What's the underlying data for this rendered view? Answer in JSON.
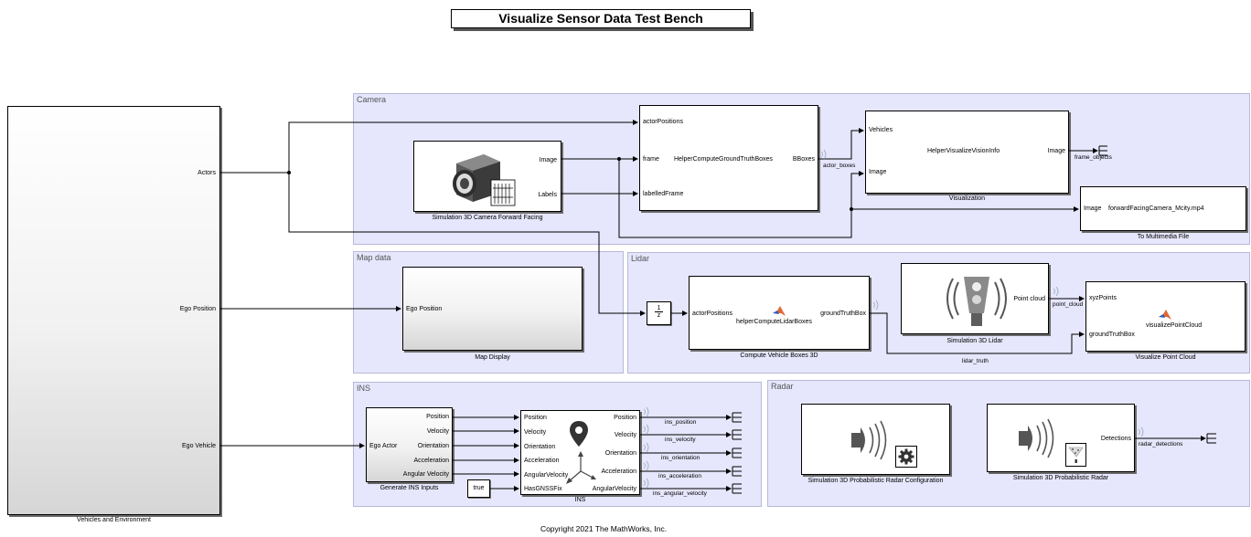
{
  "title": "Visualize Sensor Data Test Bench",
  "copyright": "Copyright 2021 The MathWorks, Inc.",
  "areas": {
    "camera": "Camera",
    "map": "Map data",
    "lidar": "Lidar",
    "ins": "INS",
    "radar": "Radar"
  },
  "vehicles": {
    "caption": "Vehicles and Environment",
    "ports": [
      "Actors",
      "Ego Position",
      "Ego Vehicle"
    ]
  },
  "camera_block": {
    "caption": "Simulation 3D Camera Forward Facing",
    "ports": [
      "Image",
      "Labels"
    ]
  },
  "gt_boxes": {
    "name": "HelperComputeGroundTruthBoxes",
    "in_ports": [
      "actorPositions",
      "frame",
      "labelledFrame"
    ],
    "out_port": "BBoxes"
  },
  "vision": {
    "name": "HelperVisualizeVisionInfo",
    "caption": "Visualization",
    "in_ports": [
      "Vehicles",
      "Image"
    ],
    "out_port": "Image"
  },
  "multimedia": {
    "port": "Image",
    "file": "forwardFacingCamera_Mcity.mp4",
    "caption": "To Multimedia File"
  },
  "map_display": {
    "caption": "Map Display",
    "port": "Ego Position"
  },
  "delay": {
    "num": "1",
    "den": "z"
  },
  "lidar_boxes": {
    "name": "helperComputeLidarBoxes",
    "caption": "Compute Vehicle Boxes 3D",
    "in_port": "actorPositions",
    "out_port": "groundTruthBox"
  },
  "lidar_sensor": {
    "caption": "Simulation 3D Lidar",
    "port": "Point cloud"
  },
  "pointcloud": {
    "name": "visualizePointCloud",
    "caption": "Visualize Point Cloud",
    "in_ports": [
      "xyzPoints",
      "groundTruthBox"
    ]
  },
  "gen_ins": {
    "caption": "Generate INS Inputs",
    "in_port": "Ego Actor",
    "out_ports": [
      "Position",
      "Velocity",
      "Orientation",
      "Acceleration",
      "Angular Velocity"
    ]
  },
  "ins_block": {
    "caption": "INS",
    "in_ports": [
      "Position",
      "Velocity",
      "Orientation",
      "Acceleration",
      "AngularVelocity",
      "HasGNSSFix"
    ],
    "out_ports": [
      "Position",
      "Velocity",
      "Orientation",
      "Acceleration",
      "AngularVelocity"
    ]
  },
  "const_true": "true",
  "radar_config": {
    "caption": "Simulation 3D Probabilistic Radar Configuration"
  },
  "radar": {
    "caption": "Simulation 3D Probabilistic Radar",
    "port": "Detections"
  },
  "signals": {
    "actor_boxes": "actor_boxes",
    "frame_objects": "frame_objects",
    "point_cloud": "point_cloud",
    "lidar_truth": "lidar_truth",
    "ins_position": "ins_position",
    "ins_velocity": "ins_velocity",
    "ins_orientation": "ins_orientation",
    "ins_acceleration": "ins_acceleration",
    "ins_angular_velocity": "ins_angular_velocity",
    "radar_detections": "radar_detections"
  },
  "colors": {
    "area_fill": "#e6e6fc",
    "area_border": "#b8b8d8",
    "line": "#000000",
    "matlab_orange": "#e16737",
    "matlab_blue": "#2a5fbd"
  },
  "icons": [
    "camera-icon",
    "matlab-logo-icon",
    "lidar-icon",
    "radar-icon",
    "gear-icon",
    "location-pin-icon",
    "terminator-icon"
  ]
}
